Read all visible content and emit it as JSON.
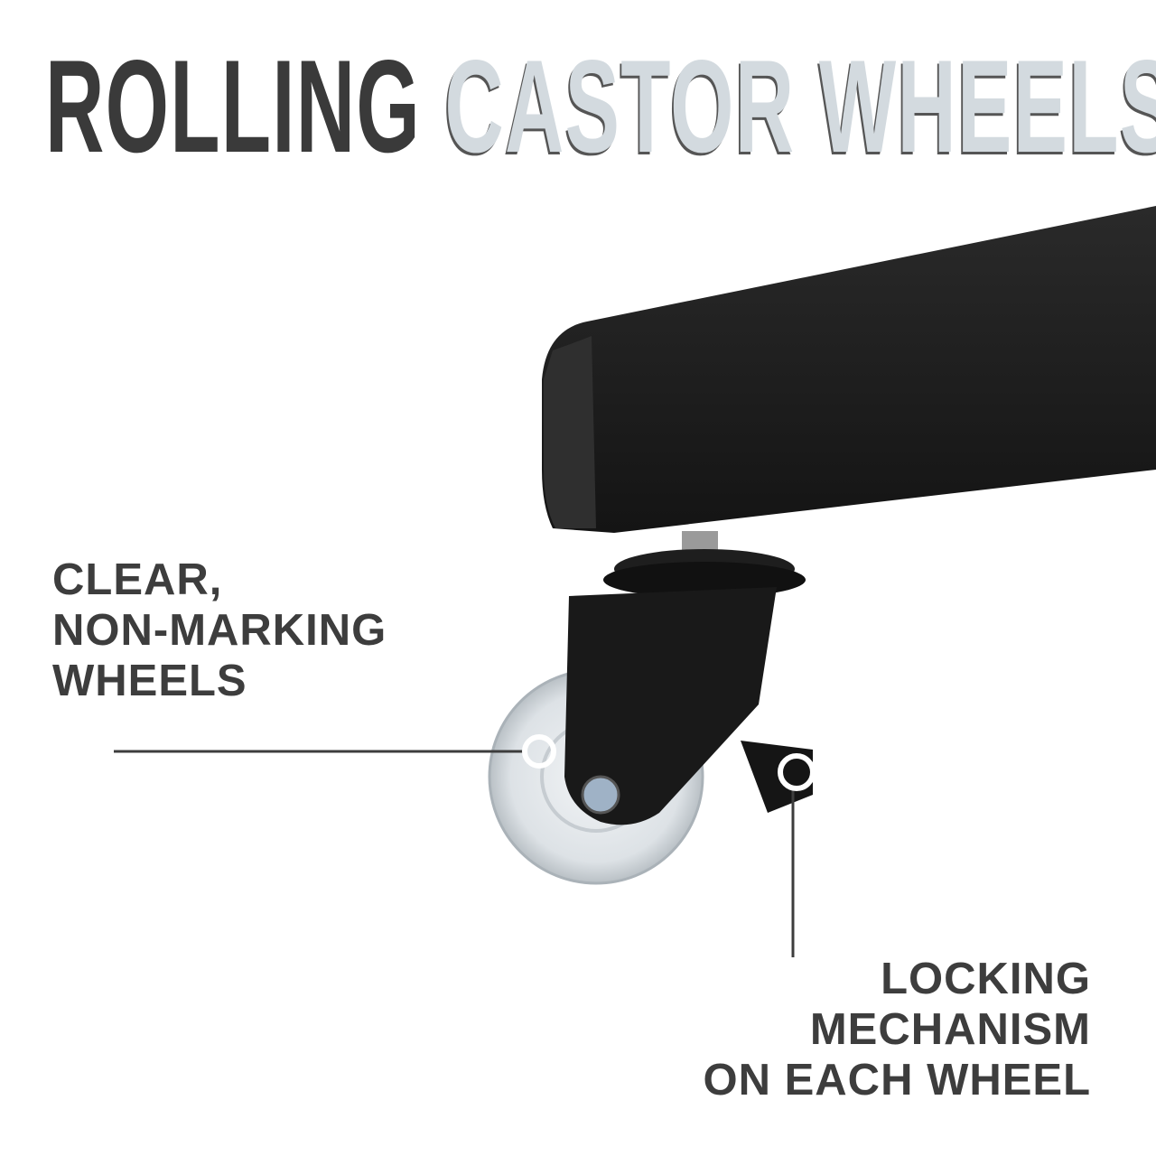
{
  "title": {
    "part1": "ROLLING",
    "part2": "CASTOR WHEELS"
  },
  "callouts": [
    {
      "lines": [
        "CLEAR,",
        "NON-MARKING",
        "WHEELS"
      ]
    },
    {
      "lines": [
        "LOCKING",
        "MECHANISM",
        "ON EACH WHEEL"
      ]
    }
  ],
  "colors": {
    "text": "#3d3d3d",
    "accent": "#d3dadf",
    "product": "#1c1c1c"
  }
}
